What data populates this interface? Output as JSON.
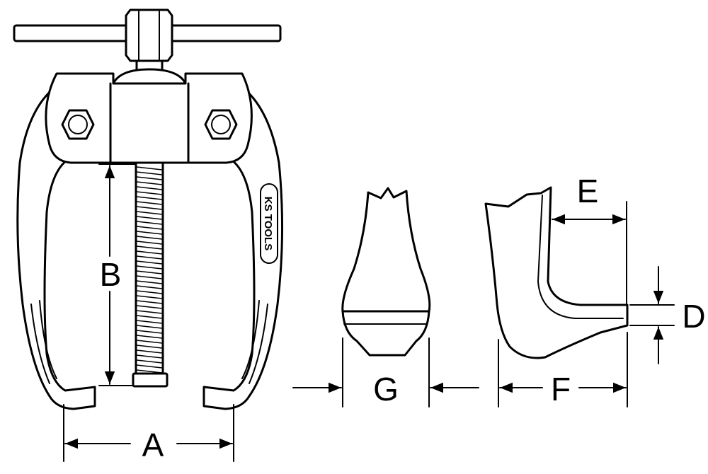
{
  "brand": {
    "logo_text": "KS TOOLS"
  },
  "dimensions": {
    "a": "A",
    "b": "B",
    "d": "D",
    "e": "E",
    "f": "F",
    "g": "G"
  },
  "colors": {
    "line": "#000000",
    "background": "#ffffff"
  }
}
